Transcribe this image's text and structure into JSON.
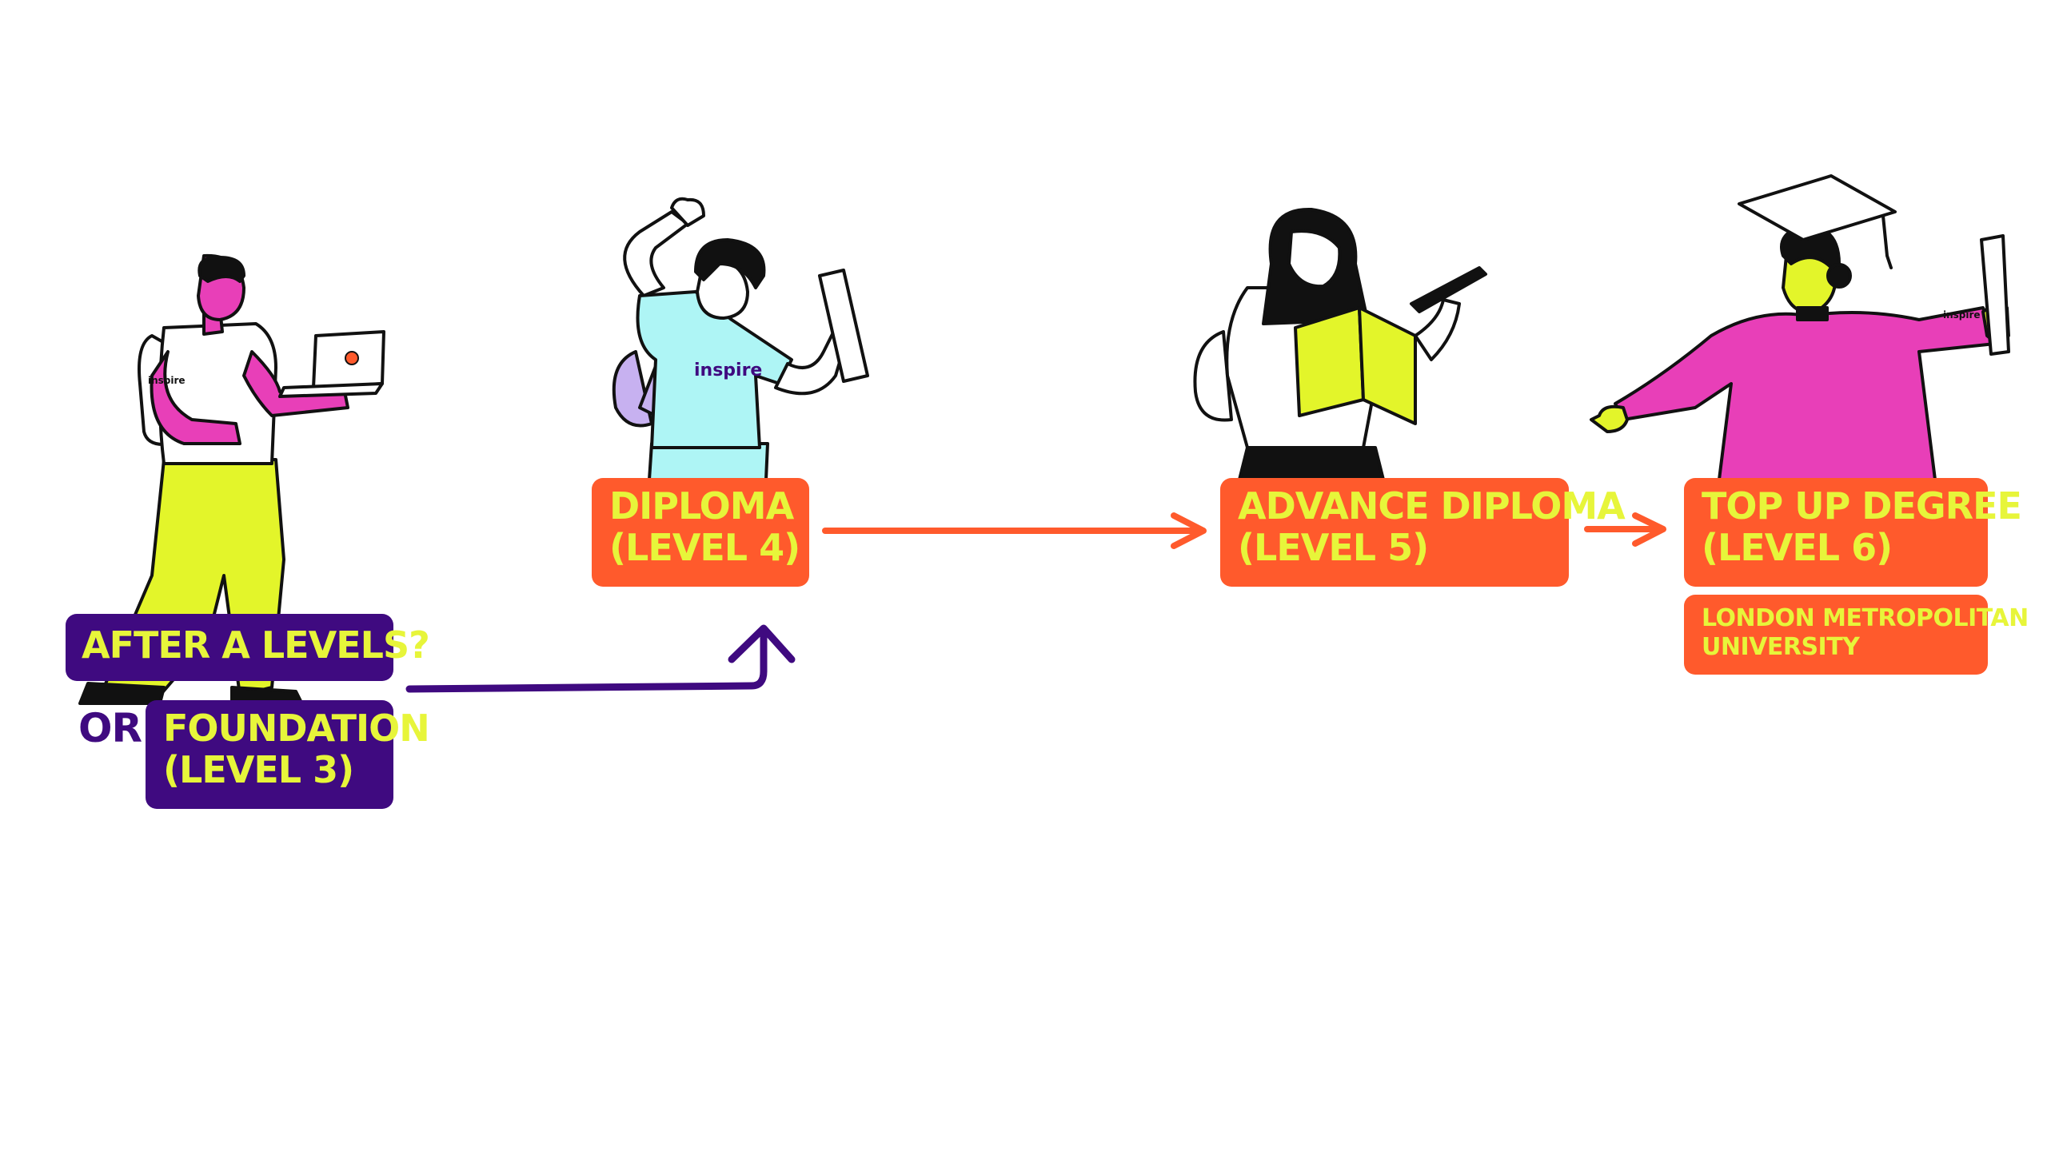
{
  "steps": {
    "after_a_levels": {
      "line1": "AFTER A LEVELS?"
    },
    "or_connector": "OR",
    "foundation": {
      "line1": "FOUNDATION",
      "line2": "(LEVEL 3)"
    },
    "diploma": {
      "line1": "DIPLOMA",
      "line2": "(LEVEL 4)"
    },
    "advance_diploma": {
      "line1": "ADVANCE DIPLOMA",
      "line2": "(LEVEL 5)"
    },
    "top_up_degree": {
      "line1": "TOP UP DEGREE",
      "line2": "(LEVEL 6)"
    },
    "university": {
      "line1": "LONDON METROPOLITAN",
      "line2": "UNIVERSITY"
    }
  },
  "brand_text": "inspire",
  "colors": {
    "purple": "#3f0a80",
    "orange": "#ff5a2c",
    "yellow_text": "#e7f53a",
    "pink": "#e83fb8",
    "lime": "#e3f52a",
    "aqua": "#aef5f5",
    "lavender": "#c7b1f0"
  },
  "icons": [
    "student-laptop-figure",
    "student-scroll-figure",
    "student-book-figure",
    "graduate-figure",
    "arrow-right-icon",
    "arrow-up-icon"
  ]
}
